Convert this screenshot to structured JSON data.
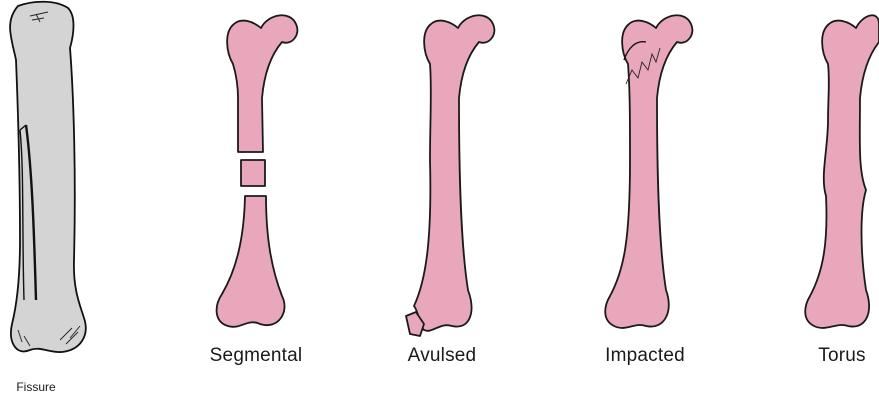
{
  "labels": {
    "fissure": "Fissure",
    "segmental": "Segmental",
    "avulsed": "Avulsed",
    "impacted": "Impacted",
    "torus": "Torus"
  },
  "colors": {
    "bone_pink": "#e9a7bc",
    "bone_gray": "#d4d4d4",
    "outline": "#1a1a1a"
  }
}
